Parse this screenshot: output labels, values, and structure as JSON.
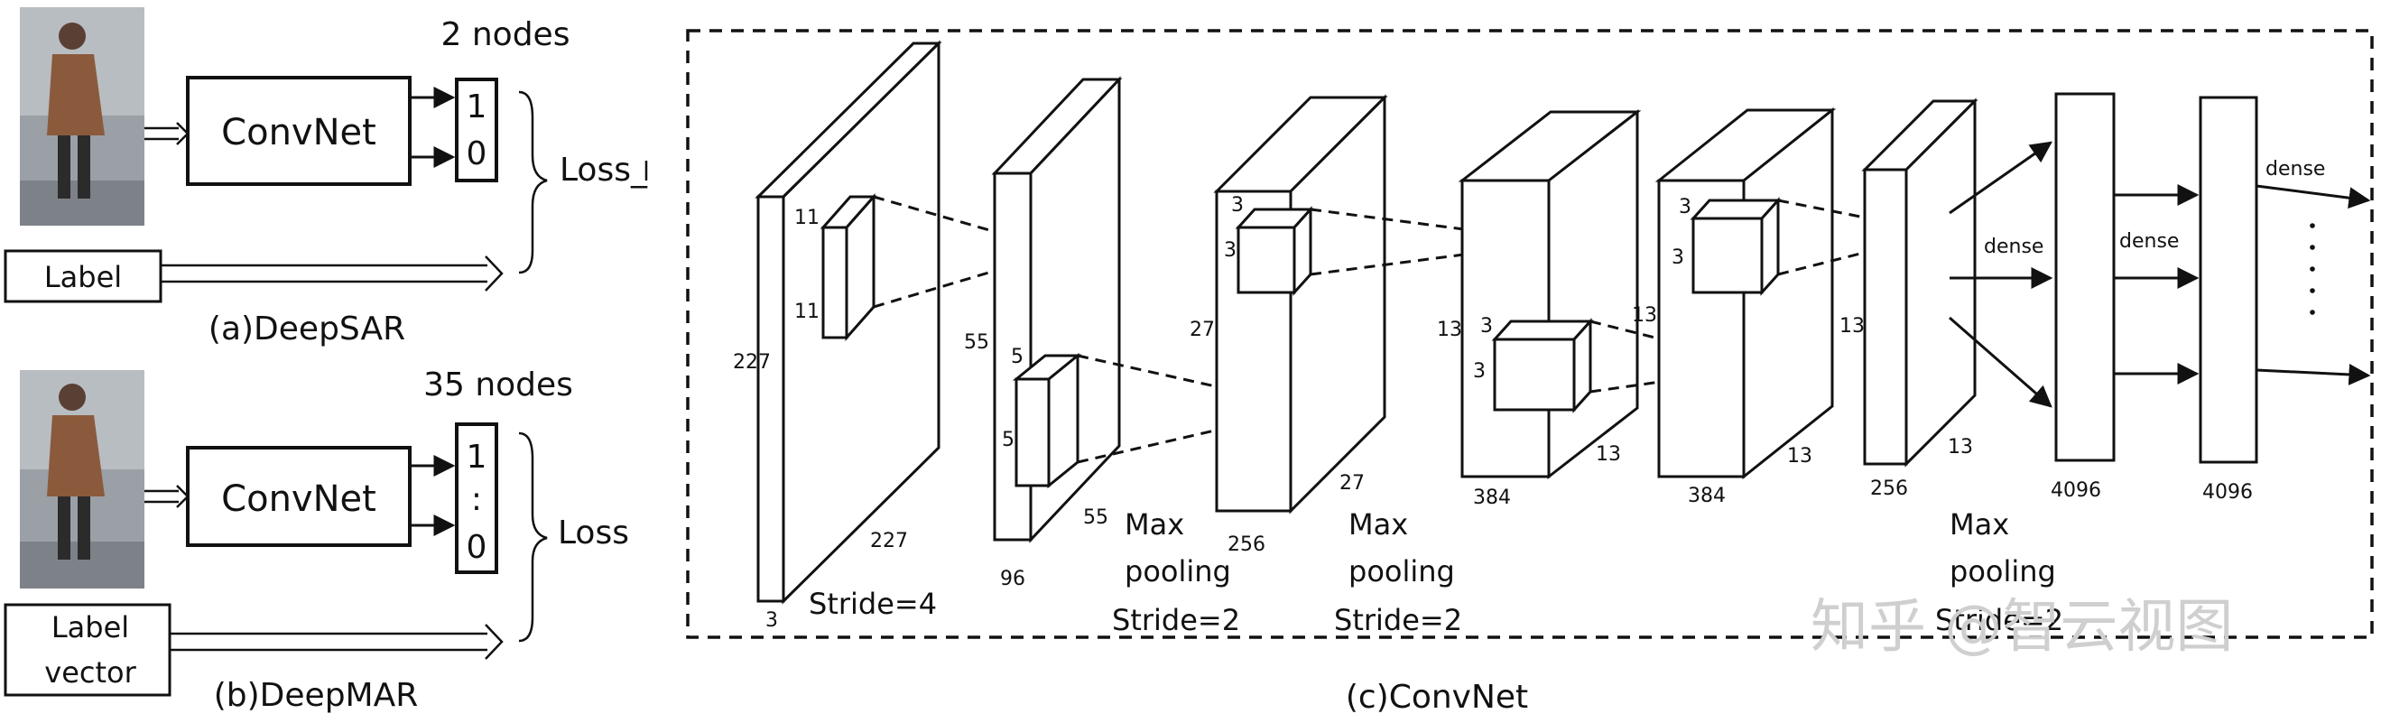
{
  "panel_a": {
    "nodes_label": "2 nodes",
    "convnet_label": "ConvNet",
    "output_top": "1",
    "output_bottom": "0",
    "loss_label": "Loss_",
    "label_box": "Label",
    "caption": "(a)DeepSAR"
  },
  "panel_b": {
    "nodes_label": "35 nodes",
    "convnet_label": "ConvNet",
    "output_top": "1",
    "output_mid": ":",
    "output_bottom": "0",
    "loss_label": "Loss",
    "label_box_line1": "Label",
    "label_box_line2": "vector",
    "caption": "(b)DeepMAR"
  },
  "panel_c": {
    "caption": "(c)ConvNet",
    "layer1": {
      "height": "227",
      "width": "227",
      "depth": "3",
      "kernel_h": "11",
      "kernel_w": "11",
      "note": "Stride=4"
    },
    "layer2": {
      "height": "55",
      "width": "55",
      "depth": "96",
      "kernel_h": "5",
      "kernel_w": "5",
      "note_line1": "Max",
      "note_line2": "pooling",
      "note_line3": "Stride=2"
    },
    "layer3": {
      "height": "27",
      "width": "27",
      "depth": "256",
      "kernel_h": "3",
      "kernel_w": "3",
      "note_line1": "Max",
      "note_line2": "pooling",
      "note_line3": "Stride=2"
    },
    "layer4": {
      "height": "13",
      "width": "13",
      "depth": "384",
      "kernel_h": "3",
      "kernel_w": "3"
    },
    "layer5": {
      "height": "13",
      "width": "13",
      "depth": "384",
      "kernel_h": "3",
      "kernel_w": "3"
    },
    "layer6": {
      "height": "13",
      "width": "13",
      "depth": "256",
      "note_line1": "Max",
      "note_line2": "pooling",
      "note_line3": "Stride=2"
    },
    "fc1": {
      "size": "4096",
      "edge_label": "dense"
    },
    "fc2": {
      "size": "4096",
      "edge_label": "dense"
    },
    "out_edge_label": "dense",
    "dots": "·"
  },
  "watermark": "知乎 @智云视图",
  "colors": {
    "ink": "#111111",
    "watermark": "#cfcfcf",
    "photo_bg": "#8a8f96",
    "coat": "#8b5a3c"
  }
}
